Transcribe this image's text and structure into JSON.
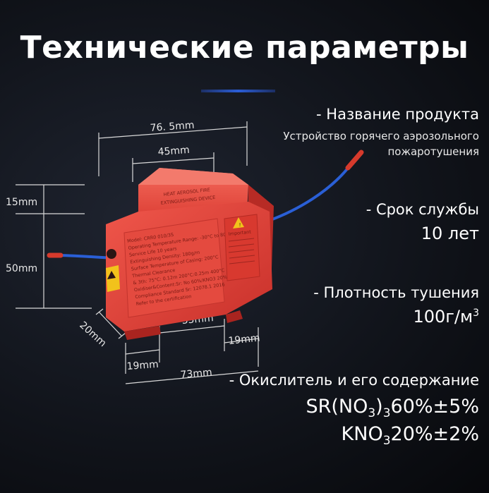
{
  "title": "Технические параметры",
  "specs": {
    "product_name": {
      "label": "- Название продукта",
      "value_line1": "Устройство горячего аэрозольного",
      "value_line2": "пожаротушения"
    },
    "service_life": {
      "label": "- Срок службы",
      "value": "10 лет"
    },
    "density": {
      "label": "- Плотность тушения",
      "value_num": "100г/м",
      "value_sup": "3"
    },
    "oxidizer": {
      "label": "- Окислитель и его содержание",
      "line1_a": "SR(NO",
      "line1_sub1": "3",
      "line1_b": ")",
      "line1_sub2": "3",
      "line1_c": "60%±5%",
      "line2_a": "KNO",
      "line2_sub": "3",
      "line2_b": "20%±2%"
    }
  },
  "dimensions": {
    "width_total": "76. 5mm",
    "width_top": "45mm",
    "height_top": "15mm",
    "height_body": "50mm",
    "depth": "20mm",
    "base_left": "19mm",
    "base_mid": "35mm",
    "base_right": "19mm",
    "base_total": "73mm"
  },
  "device": {
    "top_label_1": "HEAT AEROSOL FIRE",
    "top_label_2": "EXTINGUISHING DEVICE",
    "warning_title": "Important",
    "spec_lines": [
      "Model: CRR0 010/3S",
      "Operating Temperature Range: -30°C to 80°C",
      "Service Life 10 years",
      "Extinguishing Density: 180g/m",
      "Surface Temperature of Casing: 200°C",
      "Thermal Clearance",
      "& 3th: 75°C: 0.12m   200°C:0.25m  400°C",
      "Oxidiser&Content:Sr: No 60%/KNO3 20%",
      "Compliance Standard Sr: 12078.1 2016",
      "Refer to the certification"
    ]
  },
  "colors": {
    "background": "#11141b",
    "accent_rule": "#2b5ed8",
    "device_red": "#e8423a",
    "wire_blue": "#2a5fd6",
    "wire_tip_red": "#d63a2c",
    "warning_yellow": "#f2c21b"
  }
}
